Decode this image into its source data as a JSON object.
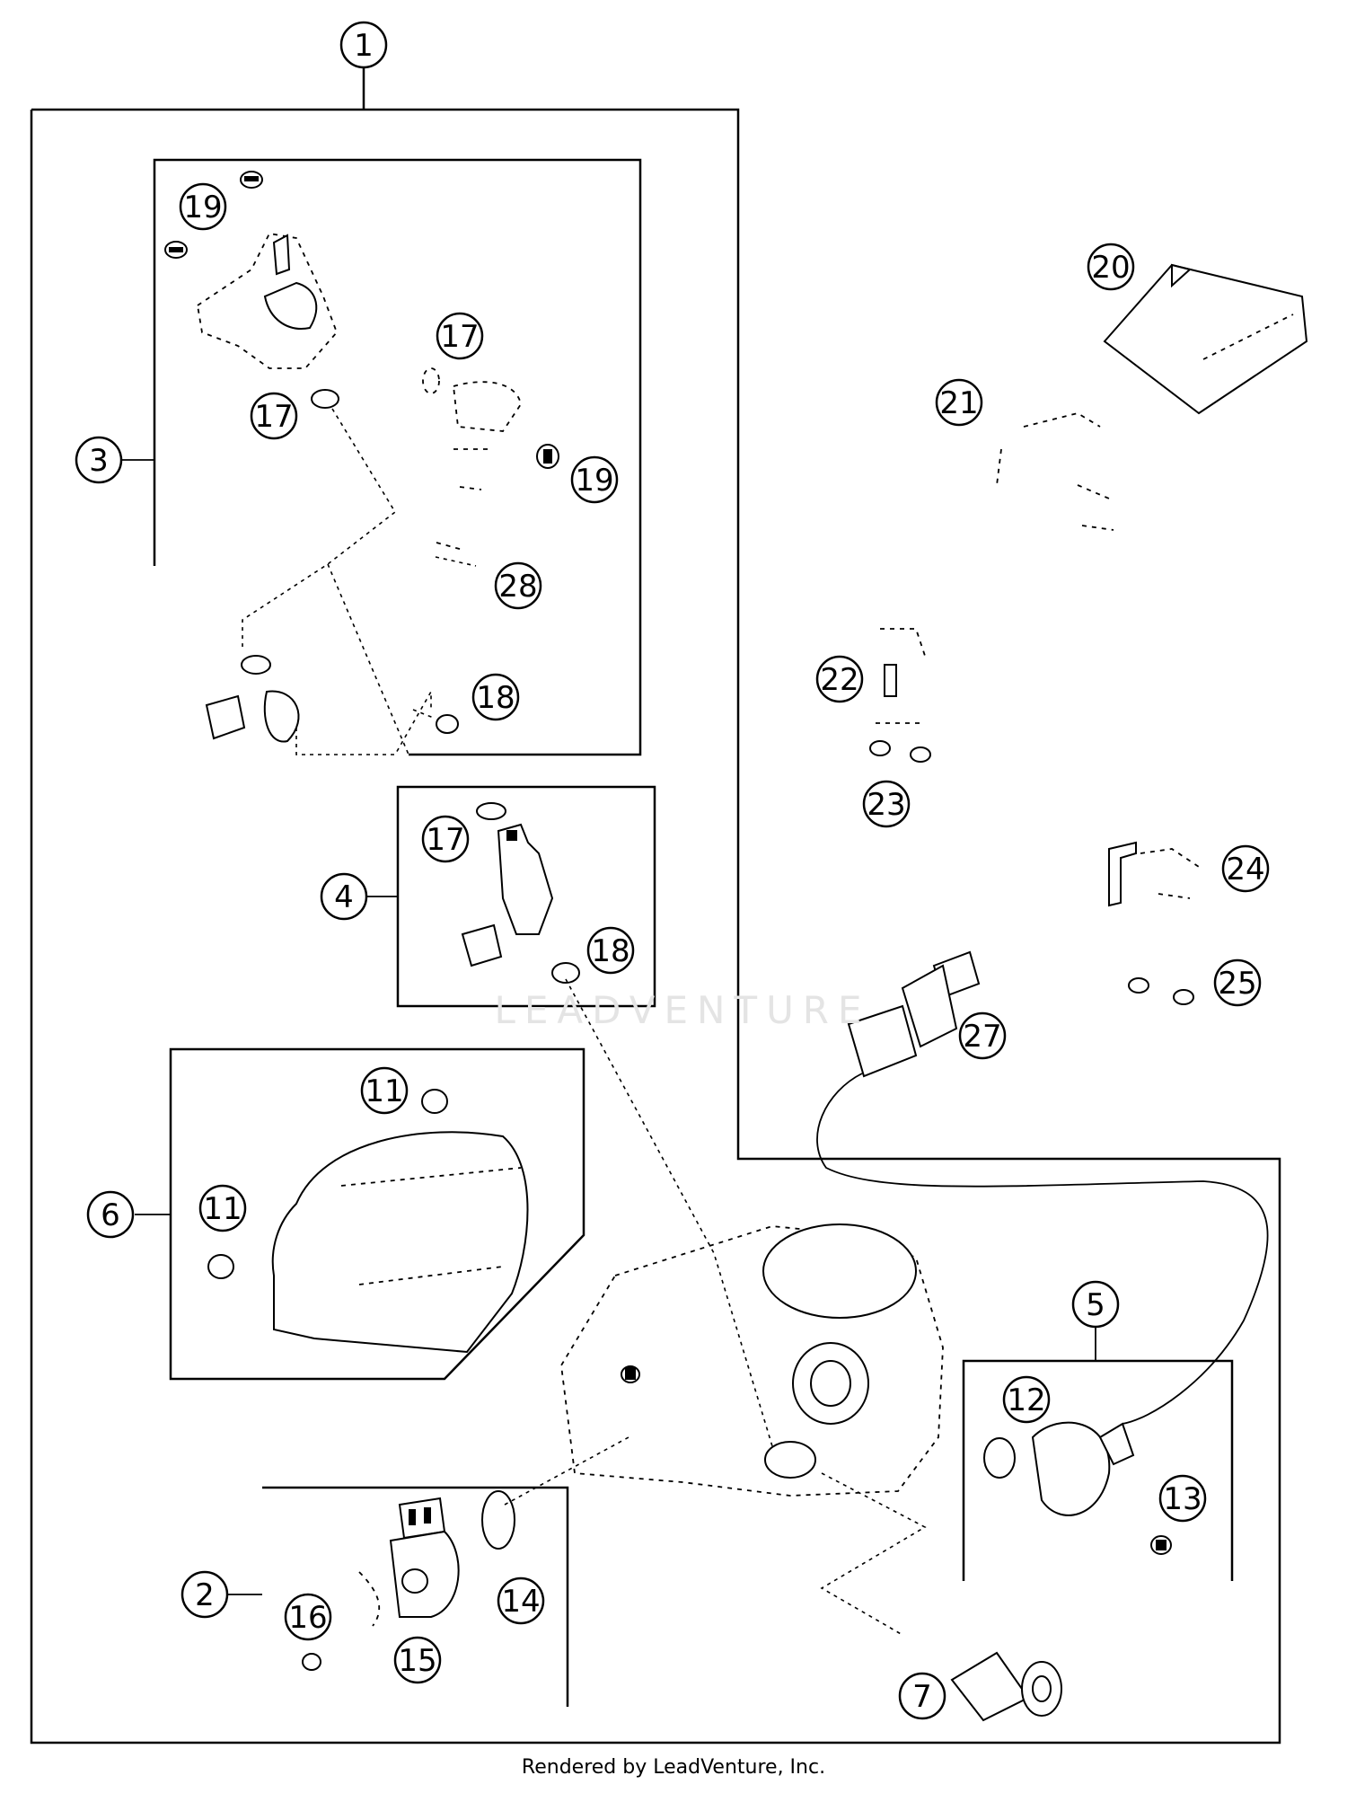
{
  "callouts": {
    "c1": "1",
    "c2": "2",
    "c3": "3",
    "c4": "4",
    "c5": "5",
    "c6": "6",
    "c7": "7",
    "c11a": "11",
    "c11b": "11",
    "c12": "12",
    "c13": "13",
    "c14": "14",
    "c15": "15",
    "c16": "16",
    "c17a": "17",
    "c17b": "17",
    "c17c": "17",
    "c18a": "18",
    "c18b": "18",
    "c19a": "19",
    "c19b": "19",
    "c20": "20",
    "c21": "21",
    "c22": "22",
    "c23": "23",
    "c24": "24",
    "c25": "25",
    "c27": "27",
    "c28": "28"
  },
  "watermark": "LEADVENTURE",
  "footer": "Rendered by LeadVenture, Inc."
}
